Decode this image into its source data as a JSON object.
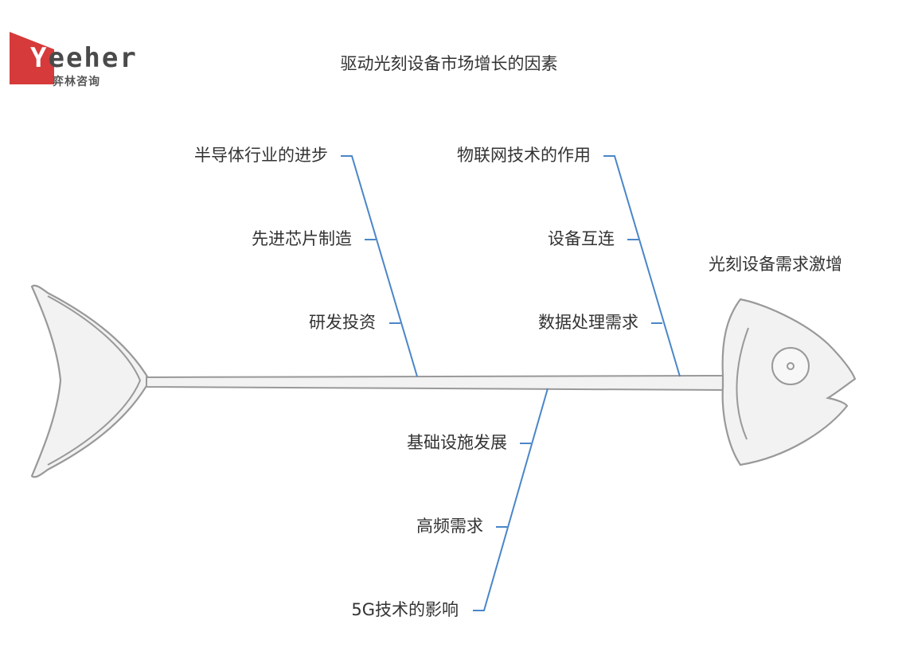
{
  "logo": {
    "brand_first": "Y",
    "brand_rest": "eeher",
    "subtitle": "弈林咨询",
    "flag_color": "#d63a3a"
  },
  "title": "驱动光刻设备市场增长的因素",
  "effect": "光刻设备需求激增",
  "colors": {
    "branch": "#4a86c8",
    "fish_outline": "#999999",
    "fish_fill": "#f2f2f2"
  },
  "categories": {
    "upper_left": {
      "main": "半导体行业的进步",
      "causes": [
        "先进芯片制造",
        "研发投资"
      ]
    },
    "upper_right": {
      "main": "物联网技术的作用",
      "causes": [
        "设备互连",
        "数据处理需求"
      ]
    },
    "lower": {
      "main": "5G技术的影响",
      "causes": [
        "基础设施发展",
        "高频需求"
      ]
    }
  }
}
